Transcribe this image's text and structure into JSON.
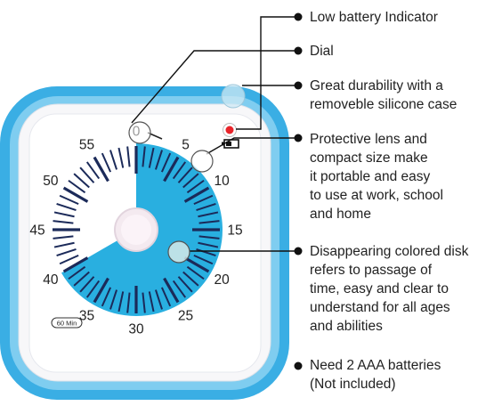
{
  "timer": {
    "numbers": [
      "0",
      "5",
      "10",
      "15",
      "20",
      "25",
      "30",
      "35",
      "40",
      "45",
      "50",
      "55"
    ],
    "badge": "60 Min",
    "set_minutes": 40,
    "colors": {
      "case": "#3aaee4",
      "case_inner": "#7fcdf0",
      "face": "#ffffff",
      "disk": "#29afe0",
      "ticks": "#1b2a59",
      "knob": "#f4eaf0",
      "indicator": "#e8242a"
    }
  },
  "callouts": [
    {
      "lines": [
        "Low battery Indicator"
      ]
    },
    {
      "lines": [
        "Dial"
      ]
    },
    {
      "lines": [
        "Great durability with a",
        "removeble silicone case"
      ]
    },
    {
      "lines": [
        "Protective lens and",
        "compact size make",
        "it portable and easy",
        "to use at work, school",
        "and home"
      ]
    },
    {
      "lines": [
        "Disappearing colored disk",
        "refers to passage of",
        "time, easy and clear to",
        "understand for all ages",
        "and abilities"
      ]
    },
    {
      "lines": [
        "Need 2 AAA batteries",
        "(Not included)"
      ]
    }
  ],
  "icons": [
    "battery-icon",
    "red-indicator-light",
    "callout-circle-marker",
    "bullet-dot"
  ]
}
